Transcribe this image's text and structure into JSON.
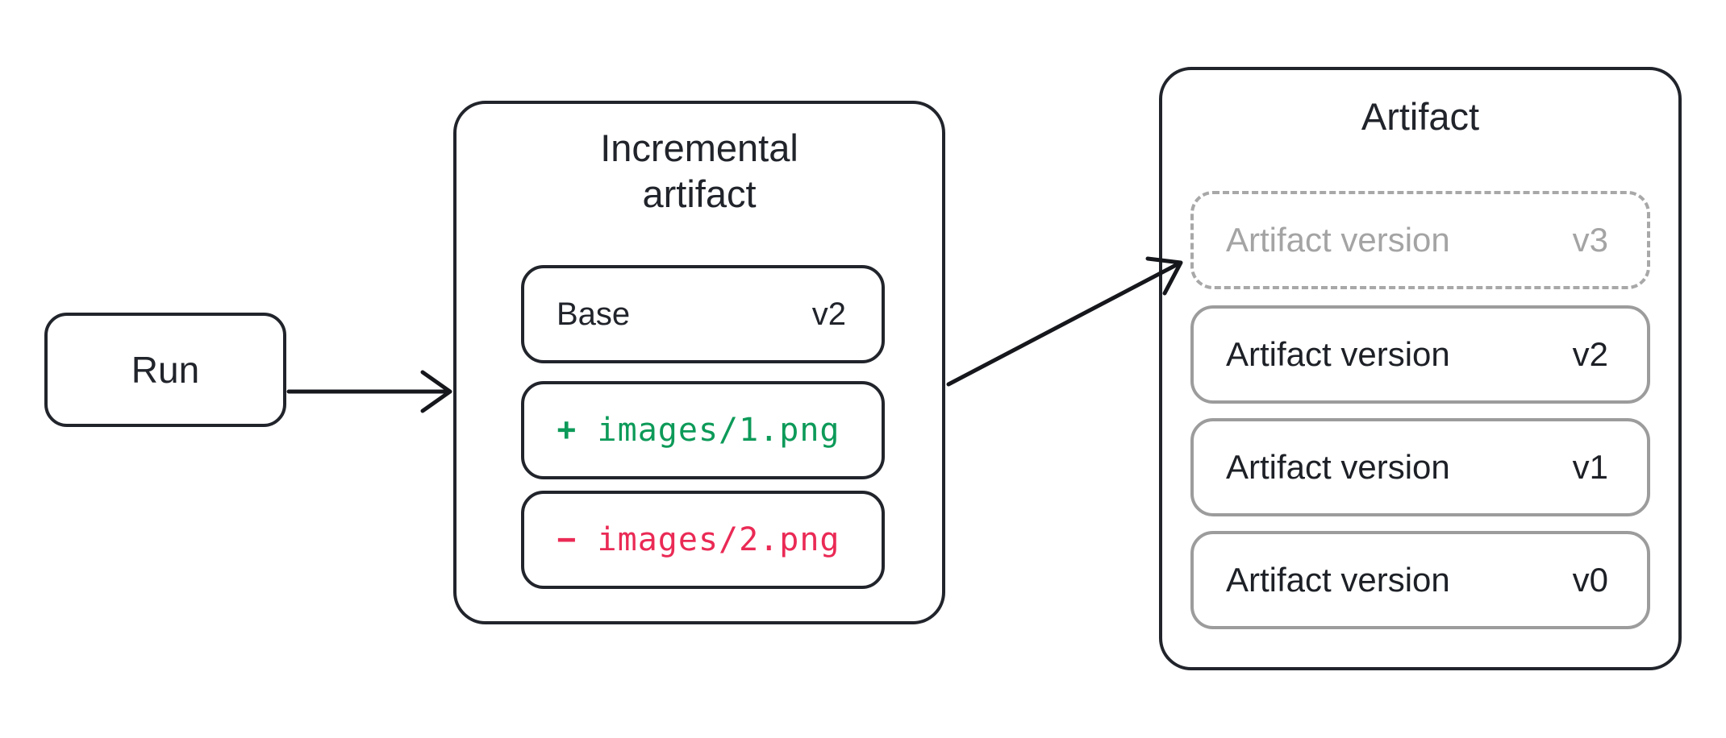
{
  "diagram": {
    "run": {
      "label": "Run"
    },
    "incremental": {
      "title_line1": "Incremental",
      "title_line2": "artifact",
      "base": {
        "name": "Base",
        "version": "v2"
      },
      "added": {
        "sign": "+",
        "path": "images/1.png"
      },
      "removed": {
        "sign": "−",
        "path": "images/2.png"
      }
    },
    "artifact": {
      "title": "Artifact",
      "versions": [
        {
          "name": "Artifact version",
          "version": "v3",
          "state": "pending"
        },
        {
          "name": "Artifact version",
          "version": "v2",
          "state": "committed"
        },
        {
          "name": "Artifact version",
          "version": "v1",
          "state": "committed"
        },
        {
          "name": "Artifact version",
          "version": "v0",
          "state": "committed"
        }
      ]
    },
    "colors": {
      "ink": "#21242b",
      "added_green": "#0d9a59",
      "removed_red": "#ea2a55",
      "committed_border_gray": "#9c9c9c",
      "pending_gray": "#a8a8a8",
      "pending_text_gray": "#a4a4a4",
      "background": "#ffffff"
    }
  }
}
